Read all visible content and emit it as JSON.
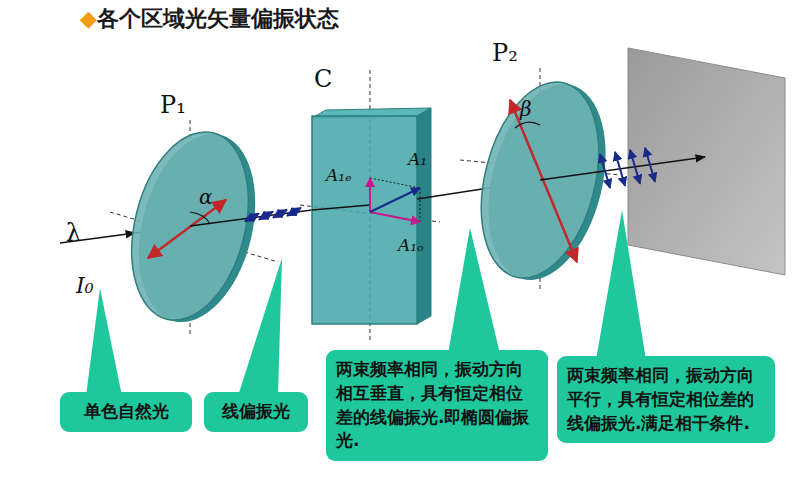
{
  "diagram": {
    "title": "◆各个区域光矢量偏振状态",
    "nodes": [
      {
        "text": [
          "单色自然光"
        ]
      },
      {
        "text": [
          "线偏振光"
        ]
      },
      {
        "text": [
          "两束频率相同，振动方向相互垂直，具有恒定相位差的线偏振光.即椭圆偏振光."
        ]
      },
      {
        "text": [
          "两束频率相同，振动方向平行，具有恒定相位差的线偏振光.满足相干条件."
        ]
      }
    ],
    "labels": [
      "P₁",
      "C",
      "P₂",
      "α",
      "β",
      "λ",
      "I₀",
      "A₁ₑ",
      "A₁",
      "A₁ₒ"
    ]
  }
}
